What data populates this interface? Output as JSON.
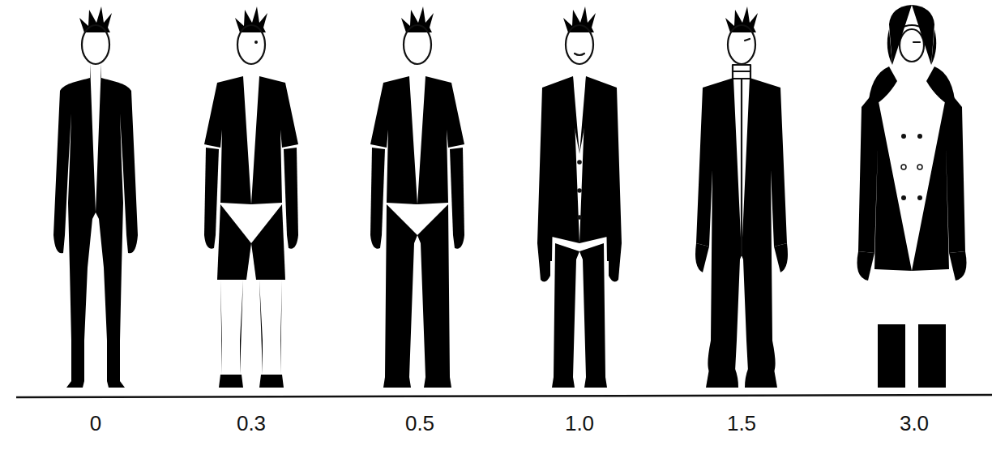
{
  "diagram": {
    "labels": [
      "0",
      "0.3",
      "0.5",
      "1.0",
      "1.5",
      "3.0"
    ]
  }
}
